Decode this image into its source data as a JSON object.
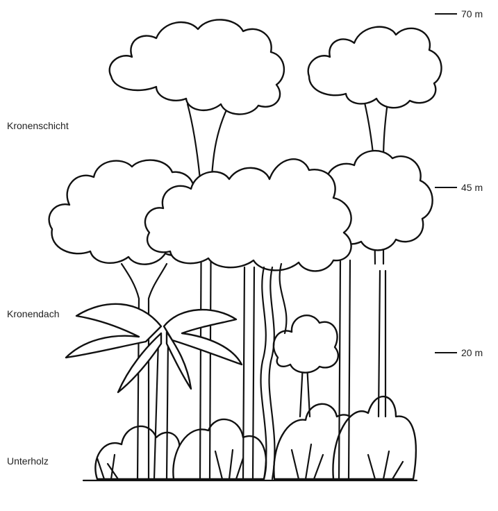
{
  "layers": {
    "emergent": "Kronenschicht",
    "canopy": "Kronendach",
    "understory": "Unterholz"
  },
  "scale": {
    "h70": "70 m",
    "h45": "45 m",
    "h20": "20 m"
  },
  "colors": {
    "ink": "#111111",
    "paper": "#ffffff"
  }
}
